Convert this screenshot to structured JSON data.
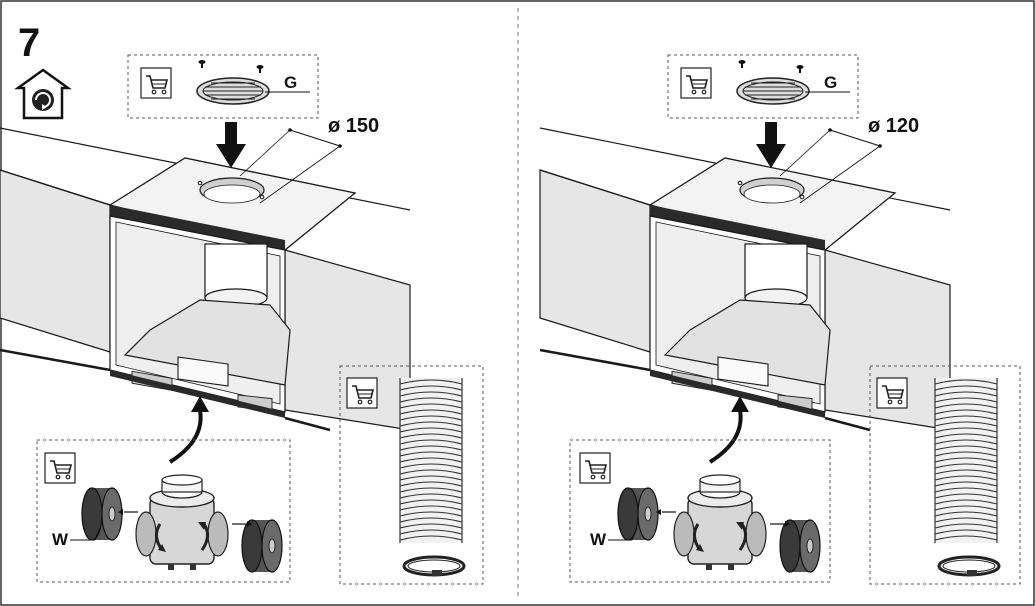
{
  "step": {
    "number": "7"
  },
  "panels": [
    {
      "grille_label": "G",
      "diameter": "ø 150",
      "filter_label": "W"
    },
    {
      "grille_label": "G",
      "diameter": "ø 120",
      "filter_label": "W"
    }
  ],
  "icons": {
    "step_badge": "recirculation-house-icon",
    "accessory": "shopping-cart-icon"
  },
  "colors": {
    "line": "#1a1a1a",
    "wall": "#e6e6e6",
    "hood_top": "#f3f3f3",
    "hood_inner": "#d9d9d9",
    "dashed": "#555555",
    "filter_dark": "#3a3a3a"
  }
}
